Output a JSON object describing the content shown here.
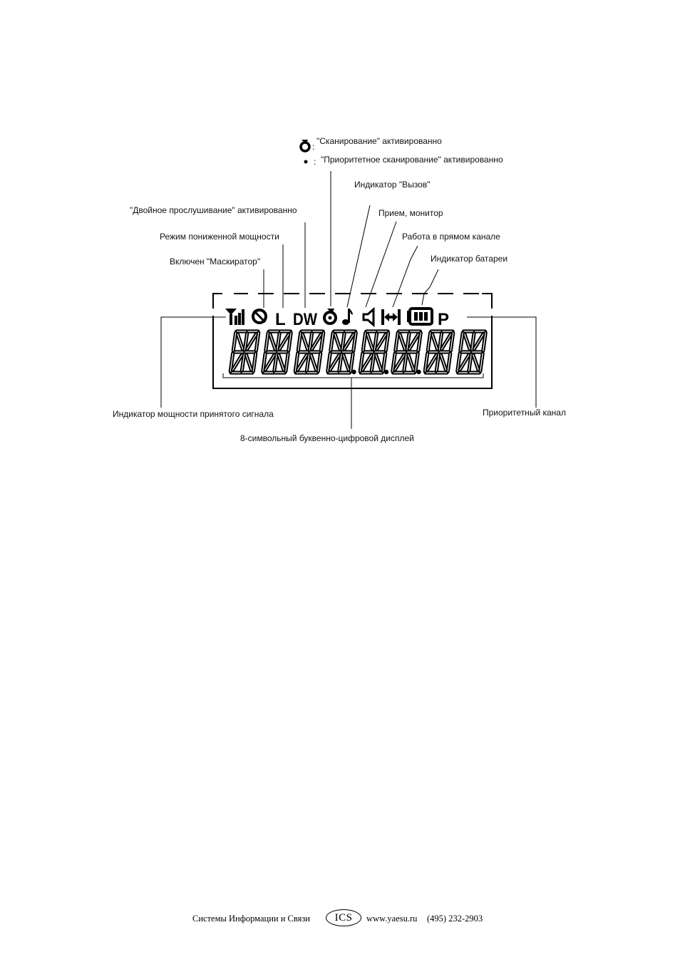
{
  "labels": {
    "scan": "\"Сканирование\" активированно",
    "priority_scan": "\"Приоритетное сканирование\" активированно",
    "call": "Индикатор \"Вызов\"",
    "dual_watch": "\"Двойное прослушивание\" активированно",
    "rx_monitor": "Прием, монитор",
    "low_power": "Режим пониженной мощности",
    "direct": "Работа в прямом канале",
    "scrambler": "Включен \"Маскиратор\"",
    "battery": "Индикатор батареи",
    "signal": "Индикатор мощности принятого сигнала",
    "priority_channel": "Приоритетный канал",
    "alnum_display": "8-символьный буквенно-цифровой дисплей"
  },
  "lcd": {
    "low_power_symbol": "L",
    "dual_watch_symbol": "DW",
    "priority_symbol": "P",
    "digit_count": 8
  },
  "icons": {
    "scan": "scan-arrow-icon",
    "priority_scan": "dot-icon",
    "signal": "signal-strength-icon",
    "scrambler": "scrambler-icon",
    "busy_scan": "scan-icon",
    "call": "music-note-icon",
    "rx_monitor": "speaker-icon",
    "direct": "direct-arrow-icon",
    "battery": "battery-icon"
  },
  "footer": {
    "org": "Системы Информации и Связи",
    "logo": "ICS",
    "url": "www.yaesu.ru",
    "phone": "(495) 232-2903"
  }
}
